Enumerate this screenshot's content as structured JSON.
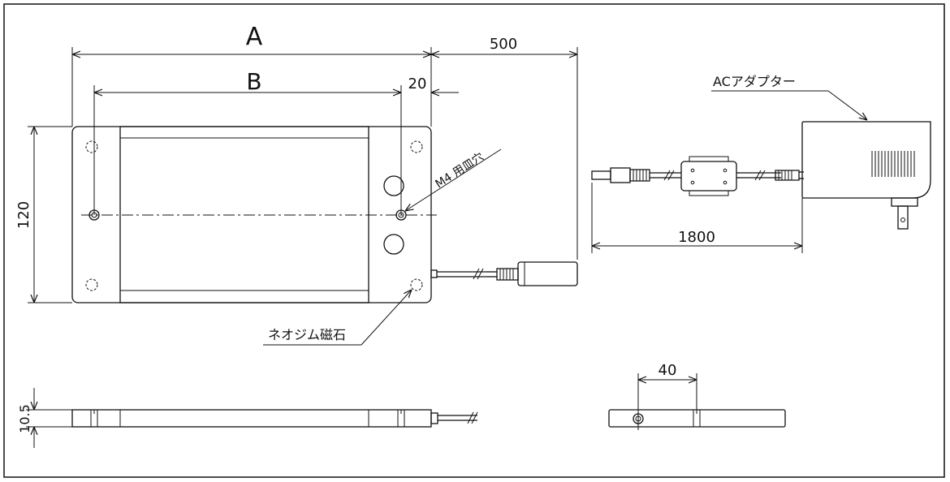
{
  "dimensions": {
    "a": "A",
    "b": "B",
    "cable_length": "500",
    "offset": "20",
    "height": "120",
    "adapter_cable": "1800",
    "thickness": "10.5",
    "side_spacing": "40"
  },
  "labels": {
    "hole_note": "M4 用皿穴",
    "adapter": "ACアダプター",
    "magnet": "ネオジム磁石"
  }
}
